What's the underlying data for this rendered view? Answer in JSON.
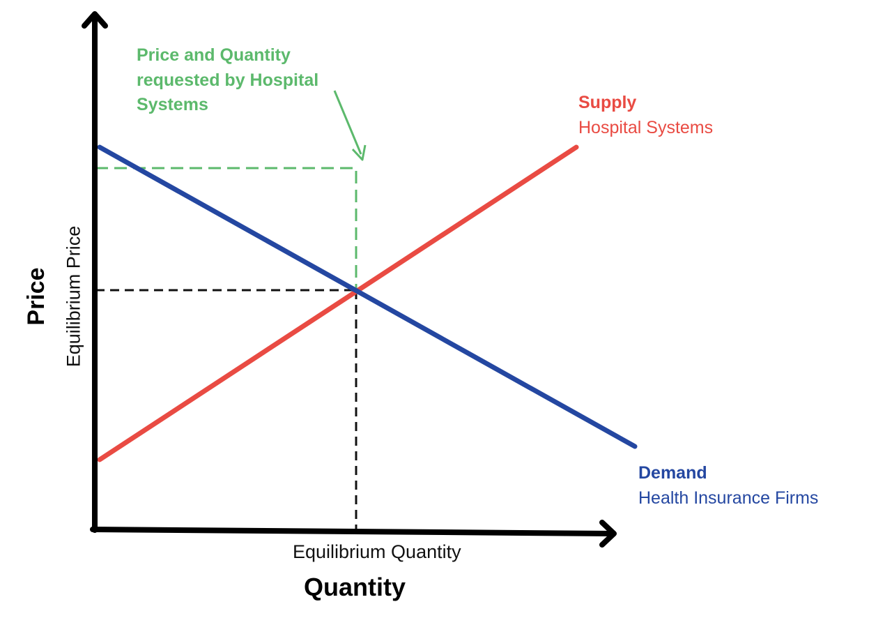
{
  "diagram": {
    "annotation": "Price and Quantity requested by Hospital Systems",
    "supply": {
      "title": "Supply",
      "subtitle": "Hospital Systems"
    },
    "demand": {
      "title": "Demand",
      "subtitle": "Health Insurance Firms"
    },
    "equilibrium_quantity_label": "Equilibrium Quantity",
    "equilibrium_price_label": "Equilibrium Price",
    "x_axis_label": "Quantity",
    "y_axis_label": "Price"
  },
  "colors": {
    "supply": "#e94b43",
    "demand": "#2447a1",
    "annotation": "#5cb96c",
    "axes": "#000000",
    "equilibrium_guides": "#111111"
  }
}
